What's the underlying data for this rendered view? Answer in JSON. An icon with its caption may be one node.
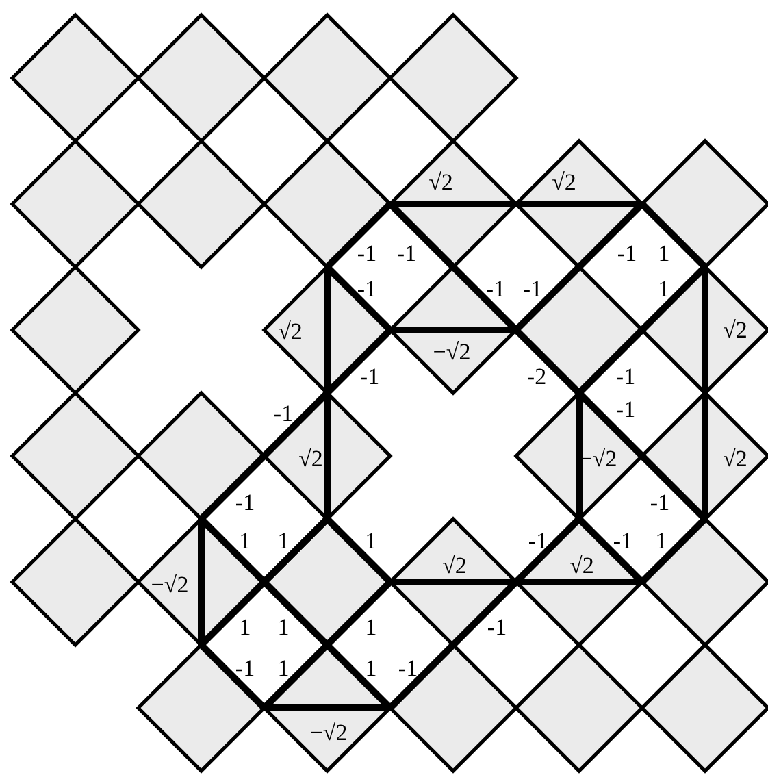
{
  "diagram": {
    "labels": [
      "√2",
      "√2",
      "-1",
      "-1",
      "-1",
      "1",
      "-1",
      "-1",
      "-1",
      "1",
      "√2",
      "−√2",
      "√2",
      "-1",
      "-2",
      "-1",
      "-1",
      "-1",
      "√2",
      "−√2",
      "√2",
      "-1",
      "-1",
      "1",
      "1",
      "1",
      "-1",
      "-1",
      "1",
      "√2",
      "√2",
      "−√2",
      "1",
      "1",
      "1",
      "-1",
      "-1",
      "1",
      "1",
      "-1",
      "−√2"
    ]
  }
}
